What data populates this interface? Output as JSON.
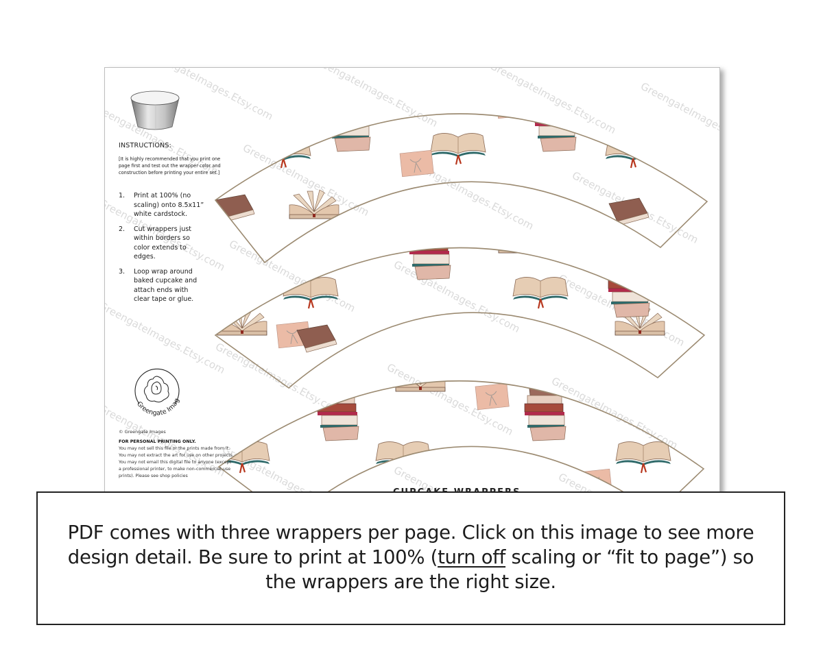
{
  "sheet": {
    "title": "CUPCAKE WRAPPERS",
    "watermark": "GreengateImages.Etsy.com",
    "wrapper_count": 3,
    "colors": {
      "wrapper_outline": "#9c8b72",
      "watermark": "#d9d9d9",
      "book_cover_brown": "#8a5a4e",
      "book_cover_red": "#a23e3a",
      "book_page": "#e8d3bd",
      "book_teal": "#2f6a6a",
      "ribbon": "#b8381f",
      "letter_pink": "#e9b8a3"
    },
    "sidebar": {
      "instructions_title": "INSTRUCTIONS:",
      "instructions_note": "[It is highly recommended that you print one page first and test out the wrapper color and construction before printing your entire set.]",
      "steps": [
        {
          "num": "1.",
          "text": "Print at 100% (no scaling) onto 8.5x11” white cardstock."
        },
        {
          "num": "2.",
          "text": "Cut wrappers just within borders so color extends to edges."
        },
        {
          "num": "3.",
          "text": "Loop wrap around baked cupcake and attach ends with clear tape or glue."
        }
      ],
      "logo_text": "Greengate Images",
      "copyright": "© Greengate Images",
      "personal_heading": "FOR PERSONAL PRINTING ONLY.",
      "personal_text": "You may not sell this file or the prints made from it. You may not extract the art for use on other projects. You may not email this digital file to anyone (except a professional printer, to make non-commercial-use prints). Please see shop policies"
    }
  },
  "notice": {
    "line_before": "PDF comes with three wrappers per page. Click on this image to see more design detail. Be sure to print at 100% (",
    "underlined": "turn off",
    "line_after": " scaling or “fit to page”) so the wrappers are the right size."
  }
}
